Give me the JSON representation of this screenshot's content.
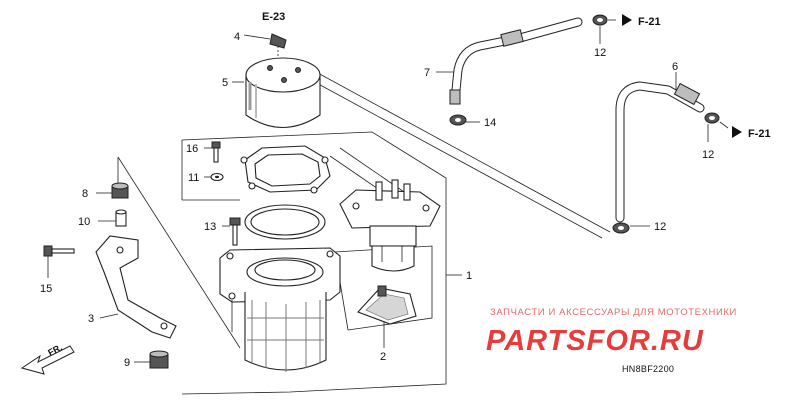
{
  "diagram": {
    "callouts": {
      "c1": "1",
      "c2": "2",
      "c3": "3",
      "c4": "4",
      "c5": "5",
      "c6": "6",
      "c7": "7",
      "c8": "8",
      "c9": "9",
      "c10": "10",
      "c11": "11",
      "c12a": "12",
      "c12b": "12",
      "c12c": "12",
      "c13": "13",
      "c14": "14",
      "c15": "15",
      "c16": "16"
    },
    "refs": {
      "e23": "E-23",
      "f21_top": "F-21",
      "f21_right": "F-21"
    },
    "front_label": "FR.",
    "diagram_code": "HN8BF2200"
  },
  "watermark": {
    "caption": "ЗАПЧАСТИ И АКСЕССУАРЫ ДЛЯ МОТОТЕХНИКИ",
    "brand": "PARTSFOR.RU"
  }
}
